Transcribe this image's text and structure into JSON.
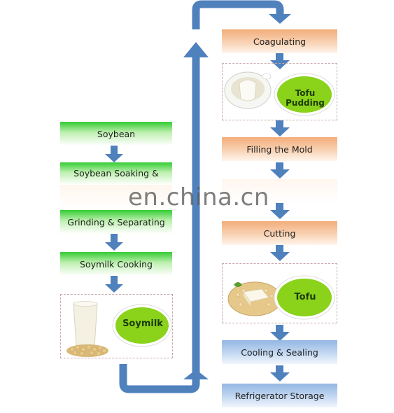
{
  "left_column": {
    "soybean": "Soybean",
    "soaking": "Soybean Soaking &",
    "grinding": "Grinding & Separating",
    "cooking": "Soymilk Cooking",
    "product": "Soymilk"
  },
  "right_column": {
    "coagulating": "Coagulating",
    "pudding": "Tofu Pudding",
    "filling": "Filling the Mold",
    "cutting": "Cutting",
    "tofu": "Tofu",
    "cooling": "Cooling & Sealing",
    "storage": "Refrigerator Storage"
  },
  "watermark": "en.china.cn",
  "colors": {
    "arrow": "#4f81bd",
    "green_step": "#33cc33",
    "peach_step": "#f3ad7a",
    "blue_step": "#93b7e3",
    "badge_green": "#8ad31a",
    "dash_border": "#c9a7ad"
  }
}
